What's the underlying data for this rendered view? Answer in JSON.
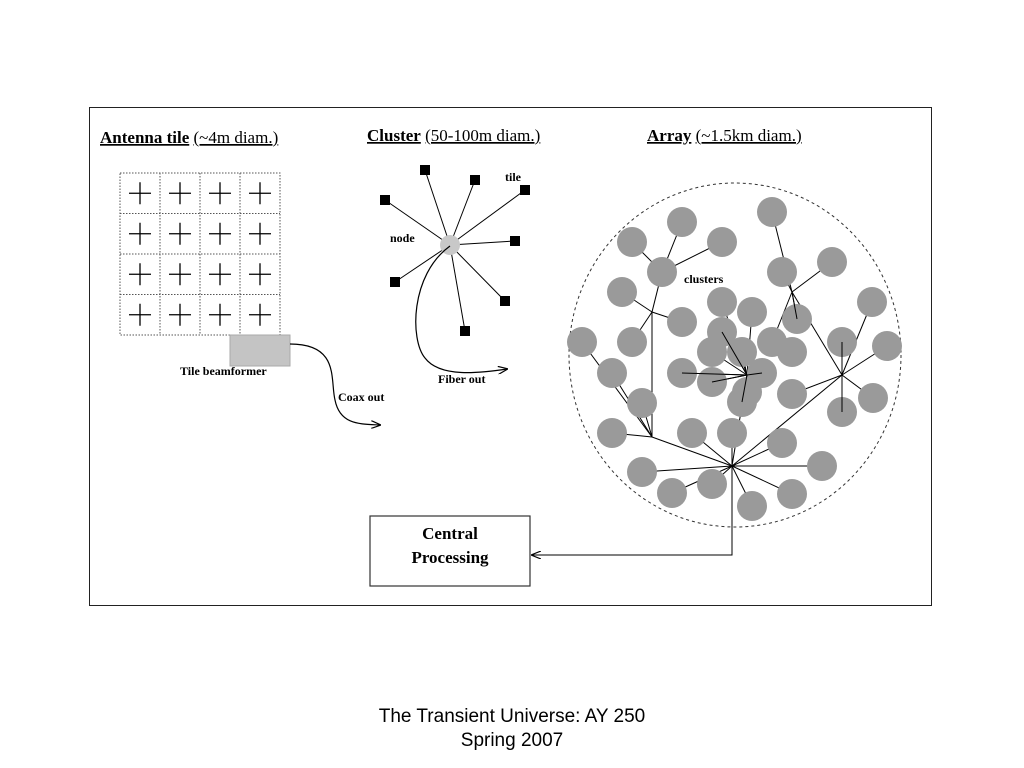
{
  "panels": {
    "tile": {
      "heading": "Antenna tile",
      "size": "(~4m diam.)"
    },
    "cluster": {
      "heading": "Cluster",
      "size": "(50-100m diam.)"
    },
    "array": {
      "heading": "Array",
      "size": "(~1.5km diam.)"
    }
  },
  "labels": {
    "tile_beamformer": "Tile beamformer",
    "coax_out": "Coax out",
    "node": "node",
    "tile": "tile",
    "fiber_out": "Fiber out",
    "clusters": "clusters",
    "central_processing_line1": "Central",
    "central_processing_line2": "Processing"
  },
  "caption": {
    "line1": "The Transient Universe:  AY 250",
    "line2": "Spring 2007"
  },
  "colors": {
    "cluster_fill": "#9a9a9a",
    "beamformer_fill": "#c4c4c4",
    "node_fill": "#c8c8c8",
    "line": "#000000"
  }
}
